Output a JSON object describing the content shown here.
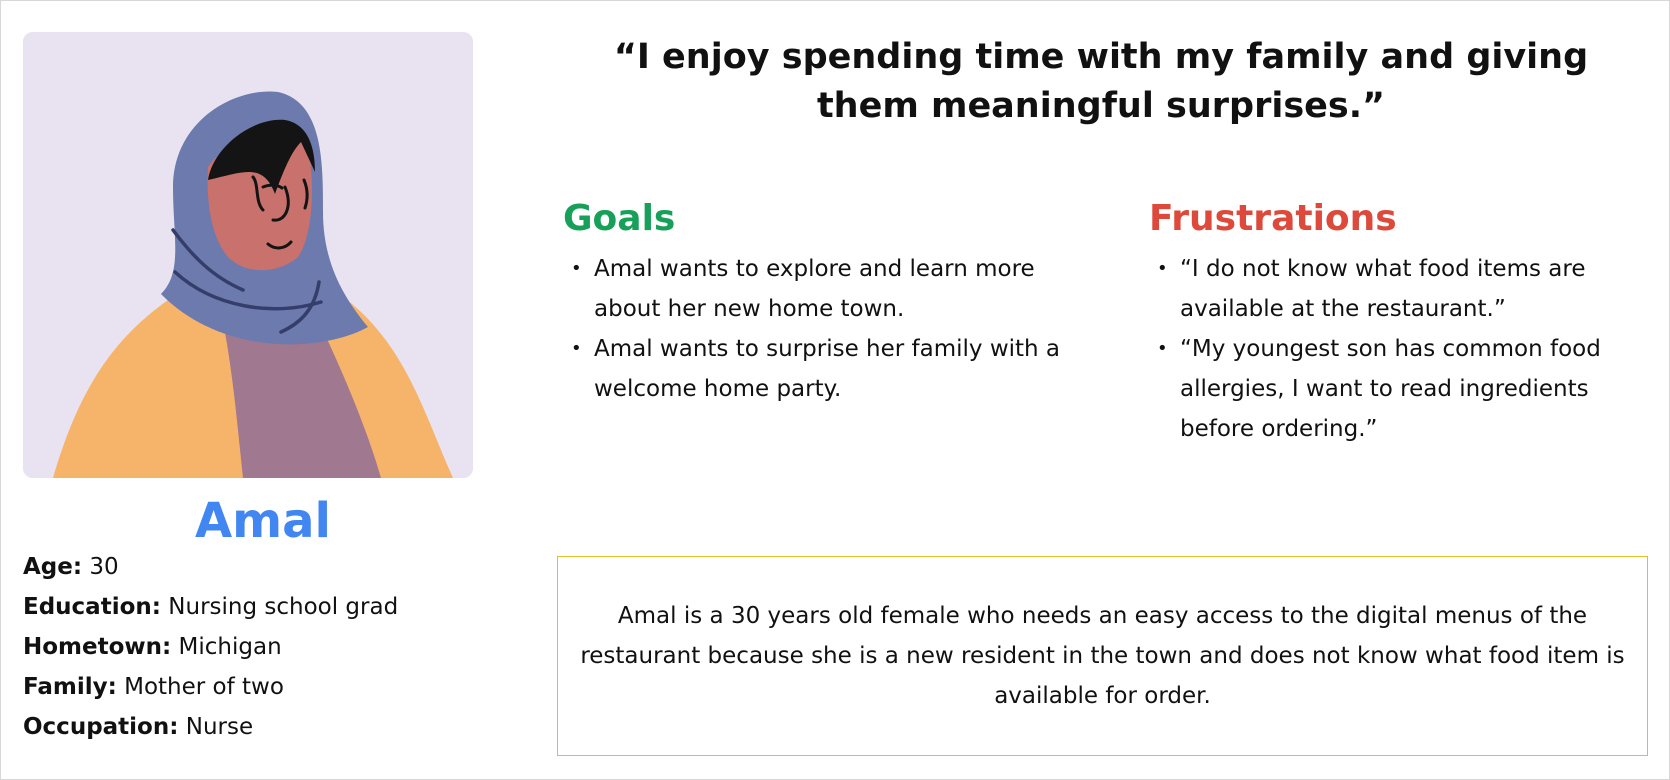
{
  "persona": {
    "name": "Amal",
    "facts": [
      {
        "label": "Age:",
        "value": "30"
      },
      {
        "label": "Education:",
        "value": "Nursing school grad"
      },
      {
        "label": "Hometown:",
        "value": "Michigan"
      },
      {
        "label": "Family:",
        "value": "Mother of two"
      },
      {
        "label": "Occupation:",
        "value": "Nurse"
      }
    ]
  },
  "quote": "“I enjoy spending time with my family and giving them meaningful surprises.”",
  "goals": {
    "title": "Goals",
    "items": [
      "Amal wants to explore and learn more about her new home town.",
      "Amal wants to surprise her family with a welcome home party."
    ]
  },
  "frustrations": {
    "title": "Frustrations",
    "items": [
      "“I do not know what food items are available at the restaurant.”",
      "“My youngest son has common food allergies, I want to read ingredients before ordering.”"
    ]
  },
  "scenario": "Amal is a 30 years old female who needs an easy access to the digital menus of the restaurant because she is a new resident in the town and does not know what food item is available for order.",
  "colors": {
    "name": "#4286f2",
    "goals": "#16a05a",
    "frustrations": "#dd4a3b",
    "scenario_border": "#e3be2c",
    "portrait_background": "#e8e2f1"
  },
  "icons": {
    "portrait": "woman-in-hijab-avatar"
  }
}
